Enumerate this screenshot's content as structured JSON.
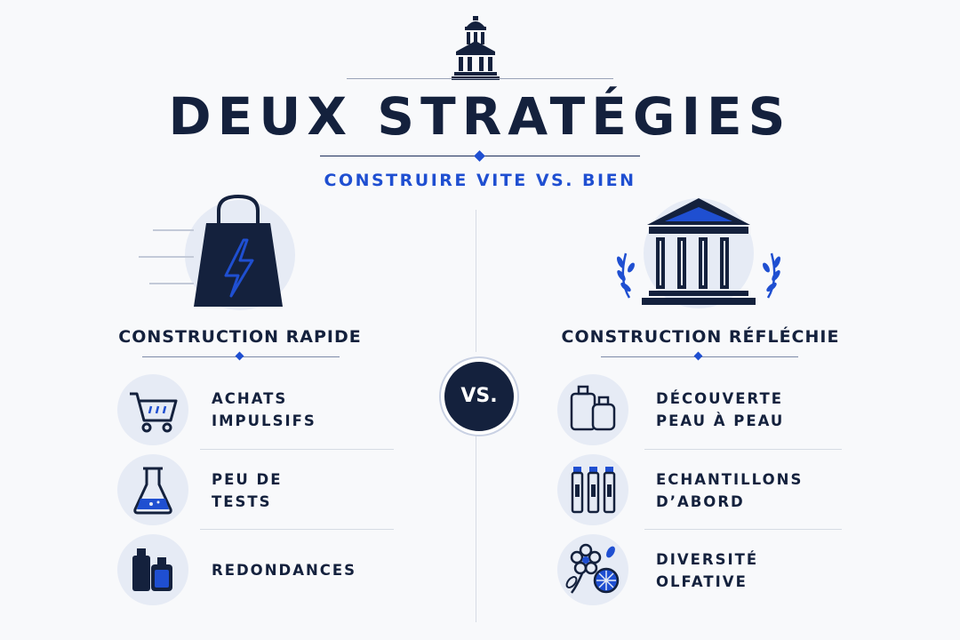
{
  "header": {
    "icon": "pantheon-icon",
    "title": "DEUX STRATÉGIES",
    "subtitle": "CONSTRUIRE VITE VS. BIEN"
  },
  "vs_label": "VS.",
  "left": {
    "hero_icon": "shopping-bag-lightning-icon",
    "title": "CONSTRUCTION RAPIDE",
    "items": [
      {
        "icon": "shopping-cart-icon",
        "label": "ACHATS\nIMPULSIFS"
      },
      {
        "icon": "flask-icon",
        "label": "PEU DE\nTESTS"
      },
      {
        "icon": "perfume-bottles-icon",
        "label": "REDONDANCES"
      }
    ]
  },
  "right": {
    "hero_icon": "classical-temple-laurel-icon",
    "title": "CONSTRUCTION RÉFLÉCHIE",
    "items": [
      {
        "icon": "perfume-bottles-outline-icon",
        "label": "DÉCOUVERTE\nPEAU À PEAU"
      },
      {
        "icon": "sample-vials-icon",
        "label": "ECHANTILLONS\nD’ABORD"
      },
      {
        "icon": "flower-citrus-icon",
        "label": "DIVERSITÉ\nOLFATIVE"
      }
    ]
  },
  "colors": {
    "navy": "#14213d",
    "accent": "#1f4fd1",
    "circle_bg": "#e6ebf5"
  }
}
